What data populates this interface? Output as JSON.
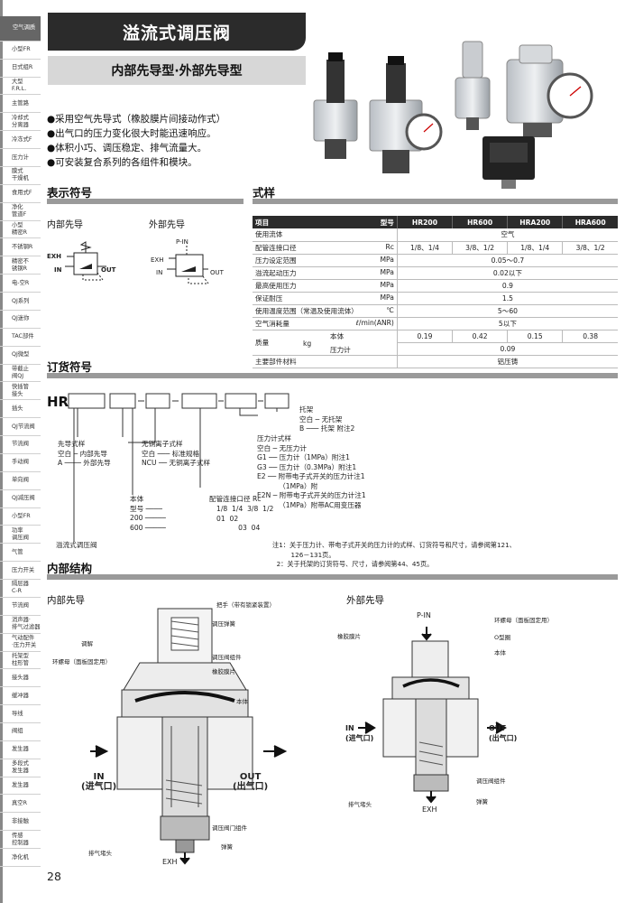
{
  "sidebar": {
    "items": [
      {
        "label": "空气调质",
        "active": true
      },
      {
        "label": "小型FR"
      },
      {
        "label": "日式组R"
      },
      {
        "label": "大型\nF.R.L."
      },
      {
        "label": "主管路"
      },
      {
        "label": "冷却式\n分离器"
      },
      {
        "label": "冷冻式F"
      },
      {
        "label": "压力计"
      },
      {
        "label": "膜式\n干燥机"
      },
      {
        "label": "食用式F"
      },
      {
        "label": "净化\n管道F"
      },
      {
        "label": "小型\n精密R"
      },
      {
        "label": "不锈钢R"
      },
      {
        "label": "精密不\n锈钢R"
      },
      {
        "label": "电-空R"
      },
      {
        "label": "QJ系列"
      },
      {
        "label": "QJ迷你"
      },
      {
        "label": "TAC部件"
      },
      {
        "label": "QJ微型"
      },
      {
        "label": "带截止\n阀QJ"
      },
      {
        "label": "快插管\n接头"
      },
      {
        "label": "插头"
      },
      {
        "label": "QJ节流阀"
      },
      {
        "label": "节流阀"
      },
      {
        "label": "手动阀"
      },
      {
        "label": "单向阀"
      },
      {
        "label": "QJ减压阀"
      },
      {
        "label": "小型FR"
      },
      {
        "label": "功率\n调压阀"
      },
      {
        "label": "气管"
      },
      {
        "label": "压力开关"
      },
      {
        "label": "隔层器\nC-R"
      },
      {
        "label": "节流阀"
      },
      {
        "label": "消声器·\n排气过滤器"
      },
      {
        "label": "气动配件\n·压力开关"
      },
      {
        "label": "托架型\n柱形管"
      },
      {
        "label": "接头器"
      },
      {
        "label": "缓冲器"
      },
      {
        "label": "导线"
      },
      {
        "label": "阀组"
      },
      {
        "label": "发生器"
      },
      {
        "label": "多段式\n发生器"
      },
      {
        "label": "发生器"
      },
      {
        "label": "真空R"
      },
      {
        "label": "非接触"
      },
      {
        "label": "传感\n控制器"
      },
      {
        "label": "净化机"
      }
    ]
  },
  "header": {
    "title": "溢流式调压阀",
    "subtitle": "内部先导型·外部先导型"
  },
  "features": [
    "●采用空气先导式（橡胶膜片间接动作式）",
    "●出气口的压力变化很大时能迅速响应。",
    "●体积小巧、调压稳定、排气流量大。",
    "●可安装复合系列的各组件和模块。"
  ],
  "symbols": {
    "heading": "表示符号",
    "internal": "内部先导",
    "external": "外部先导",
    "exh": "EXH",
    "in": "IN",
    "out": "OUT",
    "pin": "P-IN"
  },
  "specs": {
    "heading": "式样",
    "header": {
      "label": "项目",
      "model": "型号",
      "cols": [
        "HR200",
        "HR600",
        "HRA200",
        "HRA600"
      ]
    },
    "rows": [
      {
        "label": "使用流体",
        "unit": "",
        "values": [
          "空气"
        ],
        "span": 4
      },
      {
        "label": "配管连接口径",
        "unit": "Rc",
        "values": [
          "1/8、1/4",
          "3/8、1/2",
          "1/8、1/4",
          "3/8、1/2"
        ]
      },
      {
        "label": "压力设定范围",
        "unit": "MPa",
        "values": [
          "0.05～0.7"
        ],
        "span": 4
      },
      {
        "label": "溢流起动压力",
        "unit": "MPa",
        "values": [
          "0.02以下"
        ],
        "span": 4
      },
      {
        "label": "最高使用压力",
        "unit": "MPa",
        "values": [
          "0.9"
        ],
        "span": 4
      },
      {
        "label": "保证耐压",
        "unit": "MPa",
        "values": [
          "1.5"
        ],
        "span": 4
      },
      {
        "label": "使用温度范围（常温及使用流体）",
        "unit": "℃",
        "values": [
          "5～60"
        ],
        "span": 4
      },
      {
        "label": "空气消耗量",
        "unit": "ℓ/min(ANR)",
        "values": [
          "5以下"
        ],
        "span": 4
      }
    ],
    "mass": {
      "label": "质量",
      "unit": "kg",
      "body": "本体",
      "body_values": [
        "0.19",
        "0.42",
        "0.15",
        "0.38"
      ],
      "gauge": "压力计",
      "gauge_value": "0.09"
    },
    "material": {
      "label": "主要部件材料",
      "value": "铝压铸"
    }
  },
  "order": {
    "heading": "订货符号",
    "prefix": "HR",
    "pilot": "先导式样\n空白 ─ 内部先导\nA ──── 外部先导",
    "ion": "无铜离子式样\n空白 ─── 标准规格\nNCU ── 无铜离子式样",
    "body": "本体\n型号 ────\n200 ─────\n600 ─────",
    "port_header": "配管连接口径 Rc",
    "port_sizes": "1/8  1/4  3/8  1/2\n01  02\n          03  04",
    "gauge": "压力计式样\n空白 ─ 无压力计\nG1 ── 压力计（1MPa）附注1\nG3 ── 压力计（0.3MPa）附注1\nE2 ── 附带电子式开关的压力计注1\n          （1MPa）附\nE2N ─ 附带电子式开关的压力计注1\n          （1MPa）附带AC用变压器",
    "bracket": "托架\n空白 ─ 无托架\nB ─── 托架 附注2",
    "product_name": "溢流式调压阀",
    "notes": "注1：关于压力计、带电子式开关的压力计的式样、订货符号和尺寸，请参阅第121、\n         126－131页。\n  2：关于托架的订货符号、尺寸，请参阅第44、45页。"
  },
  "structure": {
    "heading": "内部结构",
    "internal_title": "内部先导",
    "external_title": "外部先导",
    "internal_labels": {
      "knob": "把手（带有锁紧装置）",
      "spring": "调压弹簧",
      "adjust": "调解",
      "bracket_ring": "环螺母（面板固定用）",
      "valve_guide": "调压阀组件",
      "diaphragm": "橡胶膜片",
      "body": "本体",
      "in": "IN\n(进气口)",
      "out": "OUT\n(出气口)",
      "valve": "调压阀门组件",
      "spring2": "弹簧",
      "exhaust": "排气堵头",
      "exh": "EXH"
    },
    "external_labels": {
      "pin": "P-IN",
      "ring": "环螺母（面板固定用）",
      "oring": "O型圈",
      "diaphragm": "橡胶膜片",
      "body": "本体",
      "in": "IN\n(进气口)",
      "out": "OUT\n(出气口)",
      "valve": "调压阀组件",
      "exhaust": "排气堵头",
      "spring": "弹簧",
      "exh": "EXH"
    }
  },
  "page_number": "28"
}
